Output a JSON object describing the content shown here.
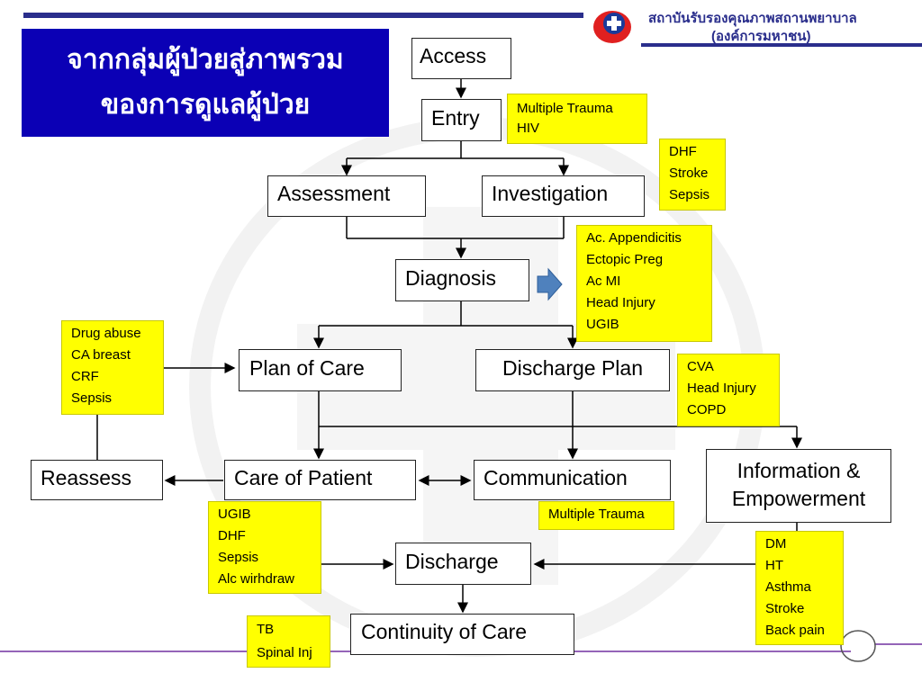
{
  "header": {
    "title_lines": [
      "จากกลุ่มผู้ป่วยสู่ภาพรวม",
      "ของการดูแลผู้ป่วย"
    ],
    "org_line1": "สถาบันรับรองคุณภาพสถานพยาบาล",
    "org_line2": "(องค์การมหาชน)"
  },
  "nodes": {
    "access": "Access",
    "entry": "Entry",
    "assessment": "Assessment",
    "investigation": "Investigation",
    "diagnosis": "Diagnosis",
    "plan_of_care": "Plan of Care",
    "discharge_plan": "Discharge Plan",
    "reassess": "Reassess",
    "care_of_patient": "Care of Patient",
    "communication": "Communication",
    "information_line1": "Information &",
    "information_line2": "Empowerment",
    "discharge": "Discharge",
    "continuity": "Continuity of Care"
  },
  "notes": {
    "entry": [
      "Multiple Trauma",
      "HIV"
    ],
    "investigation": [
      "DHF",
      "Stroke",
      "Sepsis"
    ],
    "diagnosis": [
      "Ac. Appendicitis",
      "Ectopic Preg",
      "Ac MI",
      "Head Injury",
      "UGIB"
    ],
    "plan_of_care": [
      "Drug abuse",
      "CA breast",
      "CRF",
      "Sepsis"
    ],
    "discharge_plan": [
      "CVA",
      "Head Injury",
      "COPD"
    ],
    "care_of_patient": [
      "UGIB",
      "DHF",
      "Sepsis",
      "Alc wirhdraw"
    ],
    "communication": [
      "Multiple Trauma"
    ],
    "information": [
      "DM",
      "HT",
      "Asthma",
      "Stroke",
      "Back pain"
    ],
    "continuity": [
      "TB",
      "Spinal Inj"
    ]
  },
  "colors": {
    "header_bar": "#2a2e8c",
    "title_bg": "#0b00b5",
    "note_bg": "#ffff00",
    "arrow_blue": "#4f81bd",
    "footer_line": "#7030a0"
  }
}
